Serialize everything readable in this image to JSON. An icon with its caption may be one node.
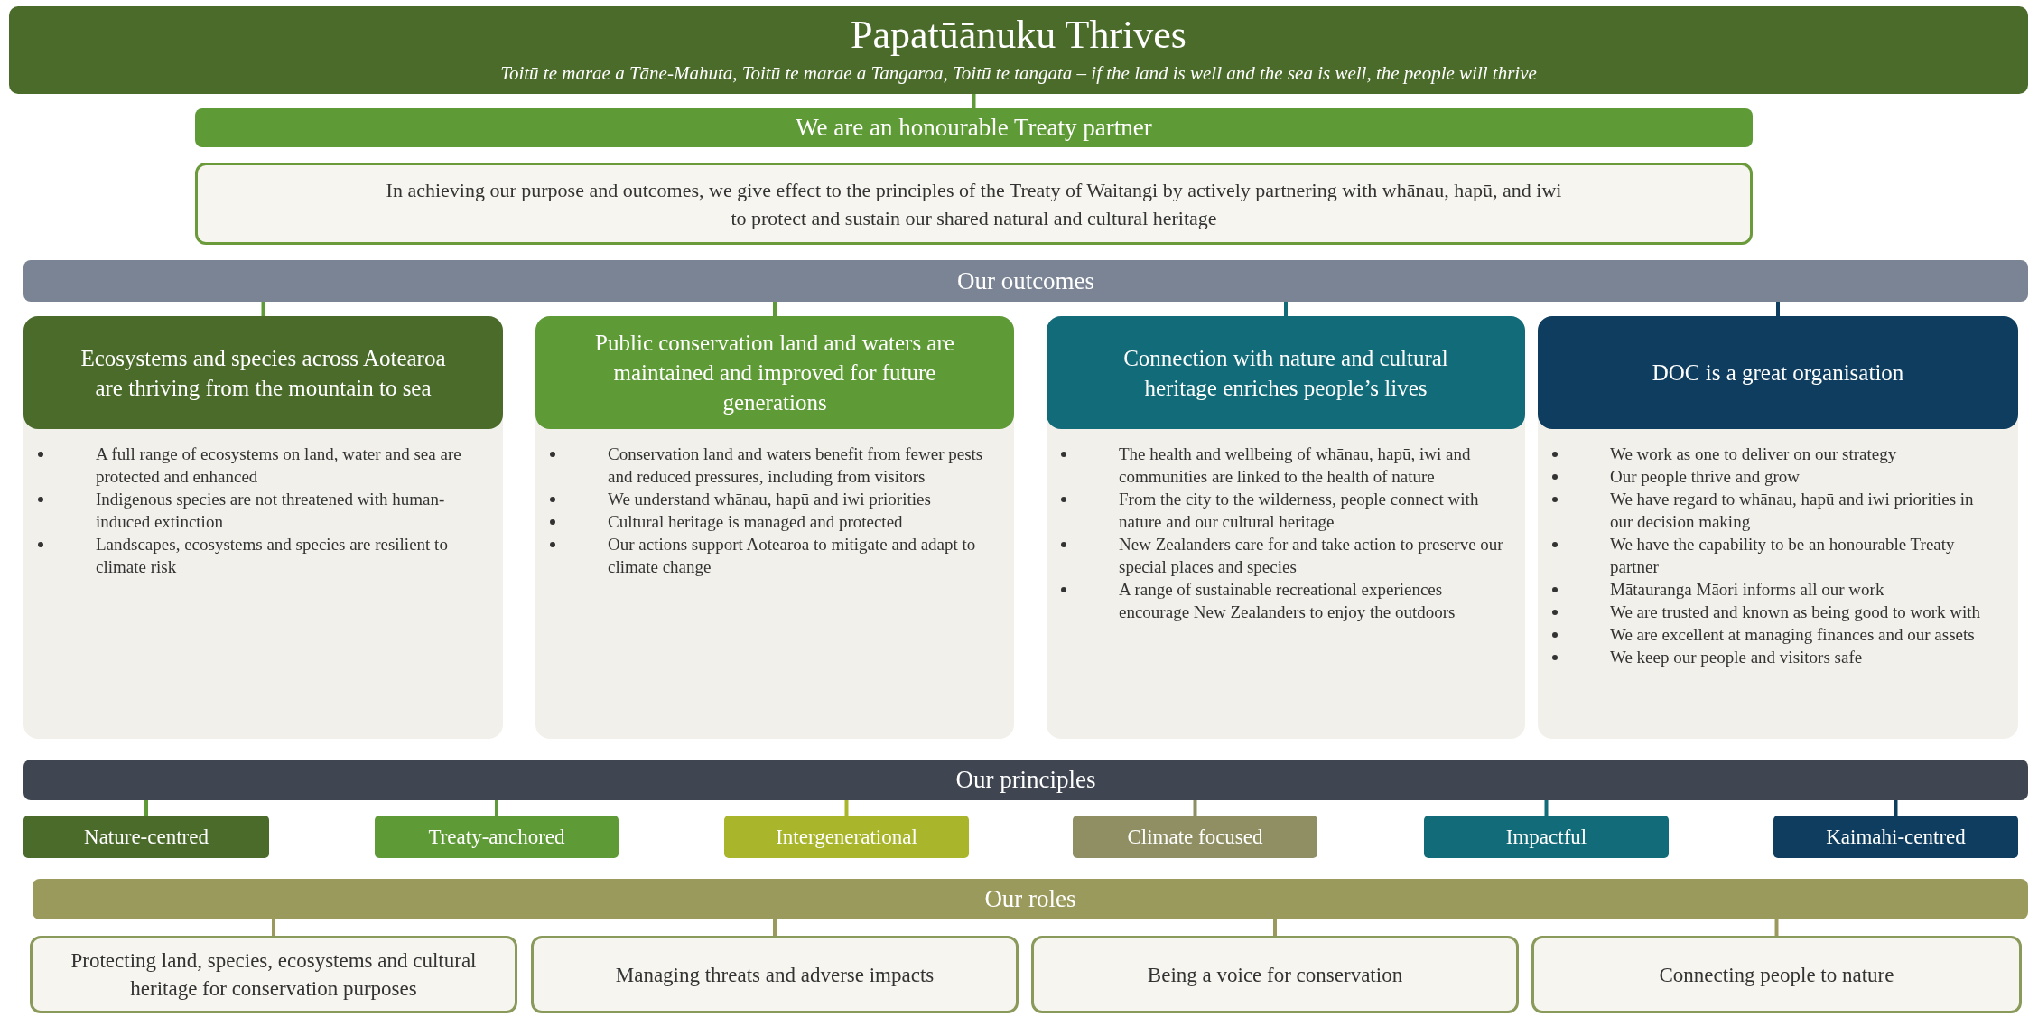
{
  "diagram": {
    "nodes": [
      {
        "text": [
          "Papatūānuku Thrives",
          "Toitū te marae a Tāne-Mahuta, Toitū te marae a Tangaroa, Toitū te tangata – if the land is well and the sea is well, the people will thrive"
        ]
      },
      {
        "text": [
          "We are an honourable Treaty partner"
        ]
      },
      {
        "text": [
          "In achieving our purpose and outcomes, we give effect to the principles of the Treaty of Waitangi by actively partnering with whānau, hapū, and iwi to protect and sustain our shared natural and cultural heritage"
        ]
      },
      {
        "text": [
          "Our outcomes"
        ]
      },
      {
        "text": [
          "Ecosystems and species across Aotearoa are thriving from the mountain to sea",
          "A full range of ecosystems on land, water and sea are protected and enhanced",
          "Indigenous species are not threatened with human-induced extinction",
          "Landscapes, ecosystems and species are resilient to climate risk"
        ]
      },
      {
        "text": [
          "Public conservation land and waters are maintained and improved for future generations",
          "Conservation land and waters benefit from fewer pests and reduced pressures, including from visitors",
          "We understand whānau, hapū and iwi priorities",
          "Cultural heritage is managed and protected",
          "Our actions support Aotearoa to mitigate and adapt to climate change"
        ]
      },
      {
        "text": [
          "Connection with nature and cultural heritage enriches people’s lives",
          "The health and wellbeing of whānau, hapū, iwi and communities are linked to the health of nature",
          "From the city to the wilderness, people connect with nature and our cultural heritage",
          "New Zealanders care for and take action to preserve our special places and species",
          "A range of sustainable recreational experiences encourage New Zealanders to enjoy the outdoors"
        ]
      },
      {
        "text": [
          "DOC is a great organisation",
          "We work as one to deliver on our strategy",
          "Our people thrive and grow",
          "We have regard to whānau, hapū and iwi priorities in our decision making",
          "We have the capability to be an honourable Treaty partner",
          "Mātauranga Māori informs all our work",
          "We are trusted and known as being good to work with",
          "We are excellent at managing finances and our assets",
          "We keep our people and visitors safe"
        ]
      },
      {
        "text": [
          "Our principles"
        ]
      },
      {
        "text": [
          "Nature-centred"
        ]
      },
      {
        "text": [
          "Treaty-anchored"
        ]
      },
      {
        "text": [
          "Intergenerational"
        ]
      },
      {
        "text": [
          "Climate focused"
        ]
      },
      {
        "text": [
          "Impactful"
        ]
      },
      {
        "text": [
          "Kaimahi-centred"
        ]
      },
      {
        "text": [
          "Our roles"
        ]
      },
      {
        "text": [
          "Protecting land, species, ecosystems and cultural heritage for conservation purposes"
        ]
      },
      {
        "text": [
          "Managing threats and adverse impacts"
        ]
      },
      {
        "text": [
          "Being a voice for conservation"
        ]
      },
      {
        "text": [
          "Connecting people to nature"
        ]
      }
    ],
    "edges": [
      {
        "from": 0,
        "to": 1,
        "arrow": "none"
      },
      {
        "from": 3,
        "to": 4,
        "arrow": "none"
      },
      {
        "from": 3,
        "to": 5,
        "arrow": "none"
      },
      {
        "from": 3,
        "to": 6,
        "arrow": "none",
        "color": "#116b78"
      },
      {
        "from": 3,
        "to": 7,
        "arrow": "none",
        "color": "#0e3d5f"
      },
      {
        "from": 8,
        "to": 9,
        "arrow": "none"
      },
      {
        "from": 8,
        "to": 10,
        "arrow": "none"
      },
      {
        "from": 8,
        "to": 11,
        "arrow": "none",
        "color": "#a9b52a"
      },
      {
        "from": 8,
        "to": 12,
        "arrow": "none",
        "color": "#8f8f63"
      },
      {
        "from": 8,
        "to": 13,
        "arrow": "none",
        "color": "#116b78"
      },
      {
        "from": 8,
        "to": 14,
        "arrow": "none",
        "color": "#0e3d5f"
      },
      {
        "from": 15,
        "to": 16,
        "arrow": "none",
        "color": "#9a9a5c"
      },
      {
        "from": 15,
        "to": 17,
        "arrow": "none",
        "color": "#9a9a5c"
      },
      {
        "from": 15,
        "to": 18,
        "arrow": "none",
        "color": "#9a9a5c"
      },
      {
        "from": 15,
        "to": 19,
        "arrow": "none",
        "color": "#9a9a5c"
      }
    ]
  }
}
